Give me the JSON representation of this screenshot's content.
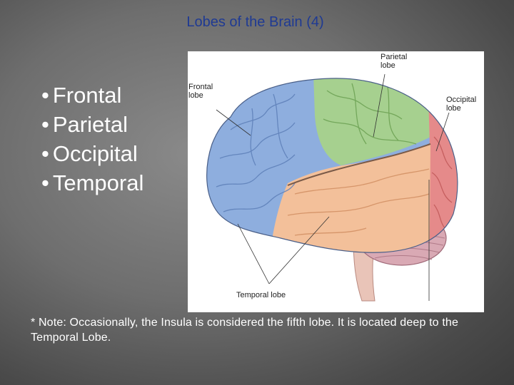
{
  "slide": {
    "title": "Lobes of the Brain (4)",
    "bullets": [
      {
        "bullet": "•",
        "text": "Frontal"
      },
      {
        "bullet": "•",
        "text": "Parietal"
      },
      {
        "bullet": "•",
        "text": "Occipital"
      },
      {
        "bullet": "•",
        "text": "Temporal"
      }
    ],
    "note": "* Note: Occasionally, the Insula is considered the fifth lobe. It is located deep to the Temporal Lobe."
  },
  "figure": {
    "labels": {
      "parietal_line1": "Parietal",
      "parietal_line2": "lobe",
      "frontal_line1": "Frontal",
      "frontal_line2": "lobe",
      "occipital_line1": "Occipital",
      "occipital_line2": "lobe",
      "temporal": "Temporal lobe"
    },
    "colors": {
      "frontal": "#8eaede",
      "parietal": "#a6d08f",
      "occipital": "#e58a8a",
      "temporal": "#f3c09a",
      "cerebellum": "#d9a9b4",
      "brainstem": "#e9c4b8"
    }
  }
}
